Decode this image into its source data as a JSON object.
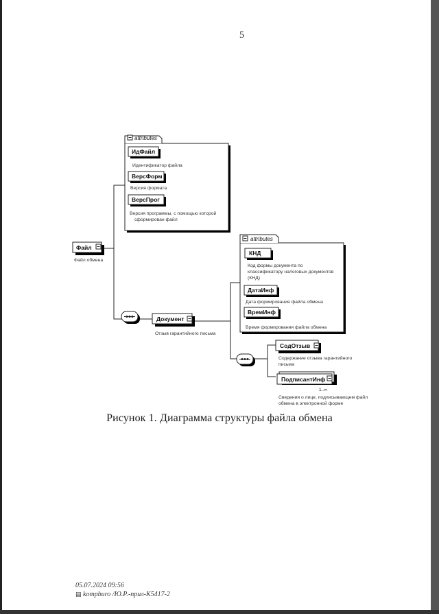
{
  "page_number": "5",
  "diagram": {
    "root": {
      "label": "Файл",
      "desc": "Файл обмена"
    },
    "root_attributes": {
      "header": "attributes",
      "items": [
        {
          "label": "ИдФайл",
          "desc": [
            "Идентификатор файла"
          ]
        },
        {
          "label": "ВерсФорм",
          "desc": [
            "Версия формата"
          ]
        },
        {
          "label": "ВерсПрог",
          "desc": [
            "Версия программы, с помощью которой",
            "сформирован файл"
          ]
        }
      ]
    },
    "document": {
      "label": "Документ",
      "desc": "Отзыв гарантийного письма"
    },
    "document_attributes": {
      "header": "attributes",
      "items": [
        {
          "label": "КНД",
          "desc": [
            "Код формы документа по",
            "классификатору налоговых документов",
            "(КНД)"
          ]
        },
        {
          "label": "ДатаИнф",
          "desc": [
            "Дата формирования файла обмена"
          ]
        },
        {
          "label": "ВремИнф",
          "desc": [
            "Время формирования файла обмена"
          ]
        }
      ]
    },
    "children": [
      {
        "label": "СодОтзыв",
        "desc": [
          "Содержание отзыва гарантийного",
          "письма"
        ]
      },
      {
        "label": "ПодписантИнф",
        "desc": [
          "Сведения о лице, подписывающем файл",
          "обмена в электронной форме"
        ],
        "multiplicity": "1..∞"
      }
    ]
  },
  "caption": "Рисунок 1. Диаграмма структуры файла обмена",
  "footer": {
    "line1": "05.07.2024 09:56",
    "line2": "kompburo /Ю.Р.-прил-К5417-2"
  }
}
